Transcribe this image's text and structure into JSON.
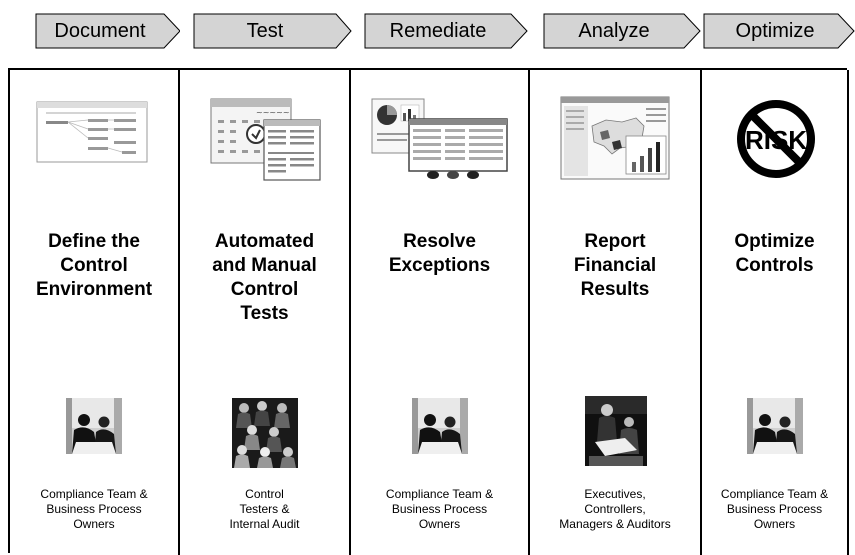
{
  "steps": [
    {
      "arrow_label": "Document",
      "title": "Define the\nControl\nEnvironment",
      "roles": "Compliance Team &\nBusiness Process\nOwners",
      "screenshot_icon": "process-map-screenshot-icon",
      "people_icon": "meeting-photo-icon"
    },
    {
      "arrow_label": "Test",
      "title": "Automated\nand Manual\nControl\nTests",
      "roles": "Control\nTesters &\nInternal Audit",
      "screenshot_icon": "calendar-form-screenshot-icon",
      "people_icon": "group-photo-icon"
    },
    {
      "arrow_label": "Remediate",
      "title": "Resolve\nExceptions",
      "roles": "Compliance Team &\nBusiness Process\nOwners",
      "screenshot_icon": "dashboard-screenshot-icon",
      "people_icon": "meeting-photo-icon"
    },
    {
      "arrow_label": "Analyze",
      "title": "Report\nFinancial\nResults",
      "roles": "Executives,\nControllers,\nManagers & Auditors",
      "screenshot_icon": "map-report-screenshot-icon",
      "people_icon": "office-photo-icon"
    },
    {
      "arrow_label": "Optimize",
      "title": "Optimize\nControls",
      "roles": "Compliance Team &\nBusiness Process\nOwners",
      "screenshot_icon": "no-risk-icon",
      "people_icon": "meeting-photo-icon"
    }
  ],
  "risk_symbol_text": "RISK",
  "colors": {
    "arrow_fill": "#d4d4d4",
    "outline": "#000000",
    "background": "#ffffff"
  }
}
